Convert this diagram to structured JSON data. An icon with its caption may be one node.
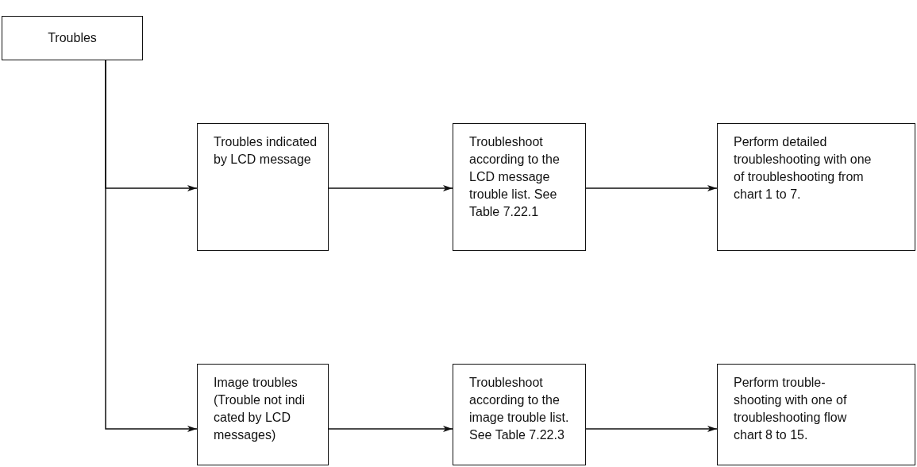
{
  "diagram": {
    "nodes": [
      {
        "text": [
          "Troubles"
        ]
      },
      {
        "text": [
          "Troubles indicated by LCD message"
        ]
      },
      {
        "text": [
          "Troubleshoot according to the LCD message trouble list. See Table 7.22.1"
        ]
      },
      {
        "text": [
          "Perform detailed troubleshooting with one of troubleshooting from chart 1 to 7."
        ]
      },
      {
        "text": [
          "Image troubles (Trouble not indi cated by LCD messages)"
        ]
      },
      {
        "text": [
          "Troubleshoot according to the image trouble list. See Table 7.22.3"
        ]
      },
      {
        "text": [
          "Perform trouble- shooting with one of troubleshooting flow chart 8 to 15."
        ]
      }
    ],
    "edges": [
      {
        "from": 0,
        "to": 1,
        "arrow": "to"
      },
      {
        "from": 0,
        "to": 4,
        "arrow": "to"
      },
      {
        "from": 1,
        "to": 2,
        "arrow": "to"
      },
      {
        "from": 2,
        "to": 3,
        "arrow": "to"
      },
      {
        "from": 4,
        "to": 5,
        "arrow": "to"
      },
      {
        "from": 5,
        "to": 6,
        "arrow": "to"
      }
    ]
  }
}
